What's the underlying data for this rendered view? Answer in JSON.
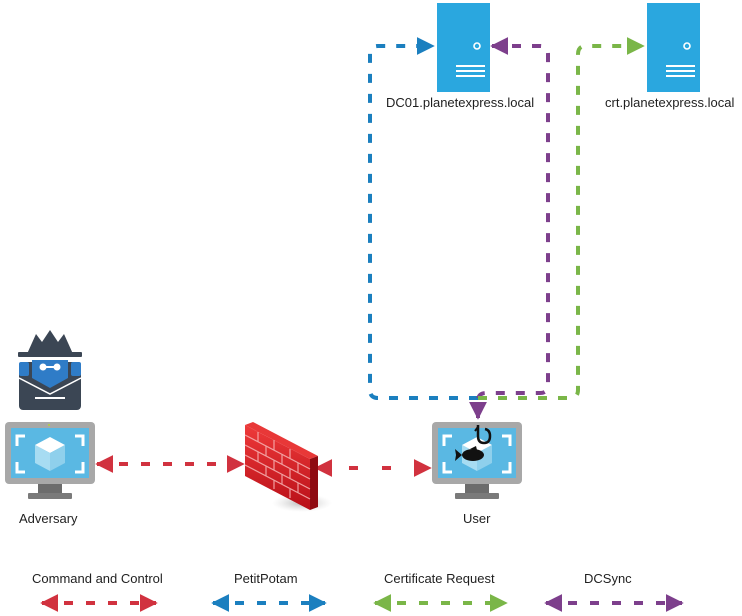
{
  "colors": {
    "command_and_control": "#d1323f",
    "petitpotam": "#1b7fbf",
    "certificate_request": "#7ab648",
    "dcsync": "#7d3f8c",
    "server": "#2aa7df",
    "monitor_frame": "#a8a8a8",
    "monitor_screen": "#5ab8e3",
    "firewall": "#d9141e",
    "adversary_dark": "#3b4654",
    "adversary_blue": "#2f7cc7"
  },
  "nodes": {
    "dc01": {
      "label": "DC01.planetexpress.local",
      "icon": "server-icon"
    },
    "crt": {
      "label": "crt.planetexpress.local",
      "icon": "server-icon"
    },
    "adversary": {
      "label": "Adversary",
      "icon": "hacker-icon"
    },
    "adversary_pc": {
      "icon": "virtual-machine-icon"
    },
    "firewall": {
      "icon": "firewall-icon"
    },
    "user": {
      "label": "User",
      "icon": "phished-computer-icon"
    }
  },
  "connections": [
    {
      "from": "adversary",
      "to": "firewall",
      "type": "command_and_control",
      "bidirectional": true
    },
    {
      "from": "firewall",
      "to": "user",
      "type": "command_and_control",
      "bidirectional": true
    },
    {
      "from": "user",
      "to": "dc01",
      "type": "petitpotam",
      "bidirectional": false
    },
    {
      "from": "dc01",
      "to": "user",
      "type": "dcsync",
      "bidirectional": false
    },
    {
      "from": "user",
      "to": "crt",
      "type": "certificate_request",
      "bidirectional": false
    }
  ],
  "legend": [
    {
      "label": "Command and Control",
      "key": "command_and_control"
    },
    {
      "label": "PetitPotam",
      "key": "petitpotam"
    },
    {
      "label": "Certificate Request",
      "key": "certificate_request"
    },
    {
      "label": "DCSync",
      "key": "dcsync"
    }
  ]
}
